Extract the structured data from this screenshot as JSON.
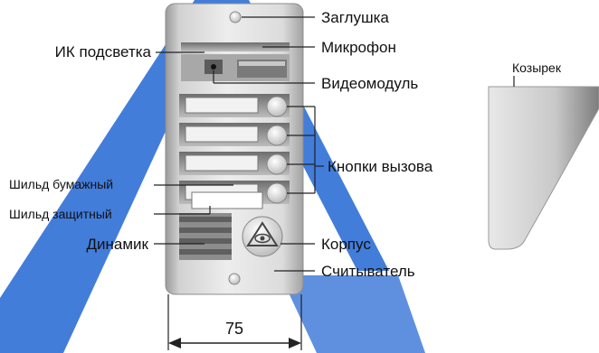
{
  "labels": {
    "zaglushka": "Заглушка",
    "ik_podsvetka": "ИК подсветка",
    "mikrofon": "Микрофон",
    "videomodul": "Видеомодуль",
    "knopki_vyzova": "Кнопки вызова",
    "shild_bumazhnyi": "Шильд бумажный",
    "shild_zashchitnyi": "Шильд защитный",
    "dinamik": "Динамик",
    "korpus": "Корпус",
    "schityvatel": "Считыватель",
    "kozyrek": "Козырек"
  },
  "dimension": {
    "width_value": "75"
  },
  "colors": {
    "watermark": "#2f6fd6",
    "panel_light": "#ececec",
    "panel_mid": "#bdbdbd",
    "panel_dark": "#8a8a8a",
    "line": "#222222"
  }
}
